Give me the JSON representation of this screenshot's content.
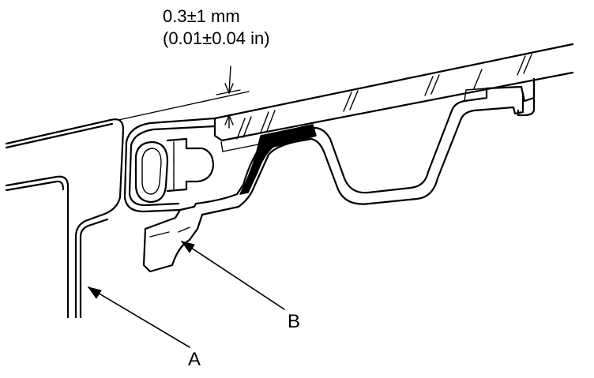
{
  "dimension": {
    "metric": "0.3±1 mm",
    "imperial": "(0.01±0.04 in)"
  },
  "labels": {
    "a": "A",
    "b": "B"
  },
  "colors": {
    "line": "#000000",
    "background": "#ffffff",
    "seal": "#000000"
  }
}
